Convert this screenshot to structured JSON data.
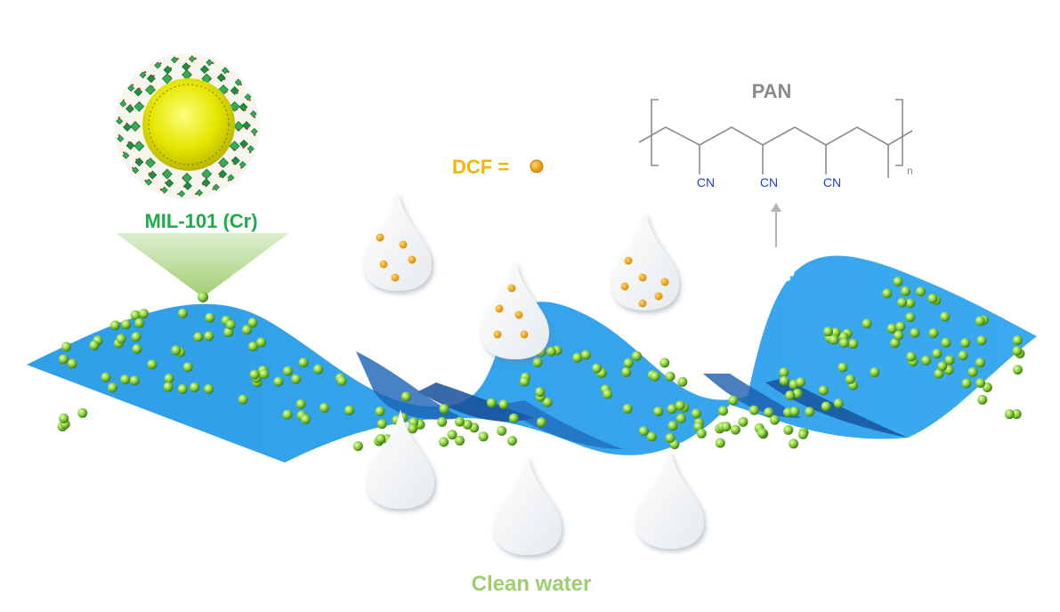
{
  "mof_label": "MIL-101 (Cr)",
  "dcf_label": "DCF =",
  "clean_water_label": "Clean water",
  "pan": {
    "title": "PAN",
    "side_group": "CN",
    "subscript": "n"
  },
  "colors": {
    "membrane": "#2f9fe8",
    "mof_green": "#1faa4c",
    "dcf_orange": "#f5b400",
    "pan_gray": "#8a8a8a",
    "clean_water_green": "#9ecf6f",
    "cn_blue": "#1f3fd0"
  }
}
